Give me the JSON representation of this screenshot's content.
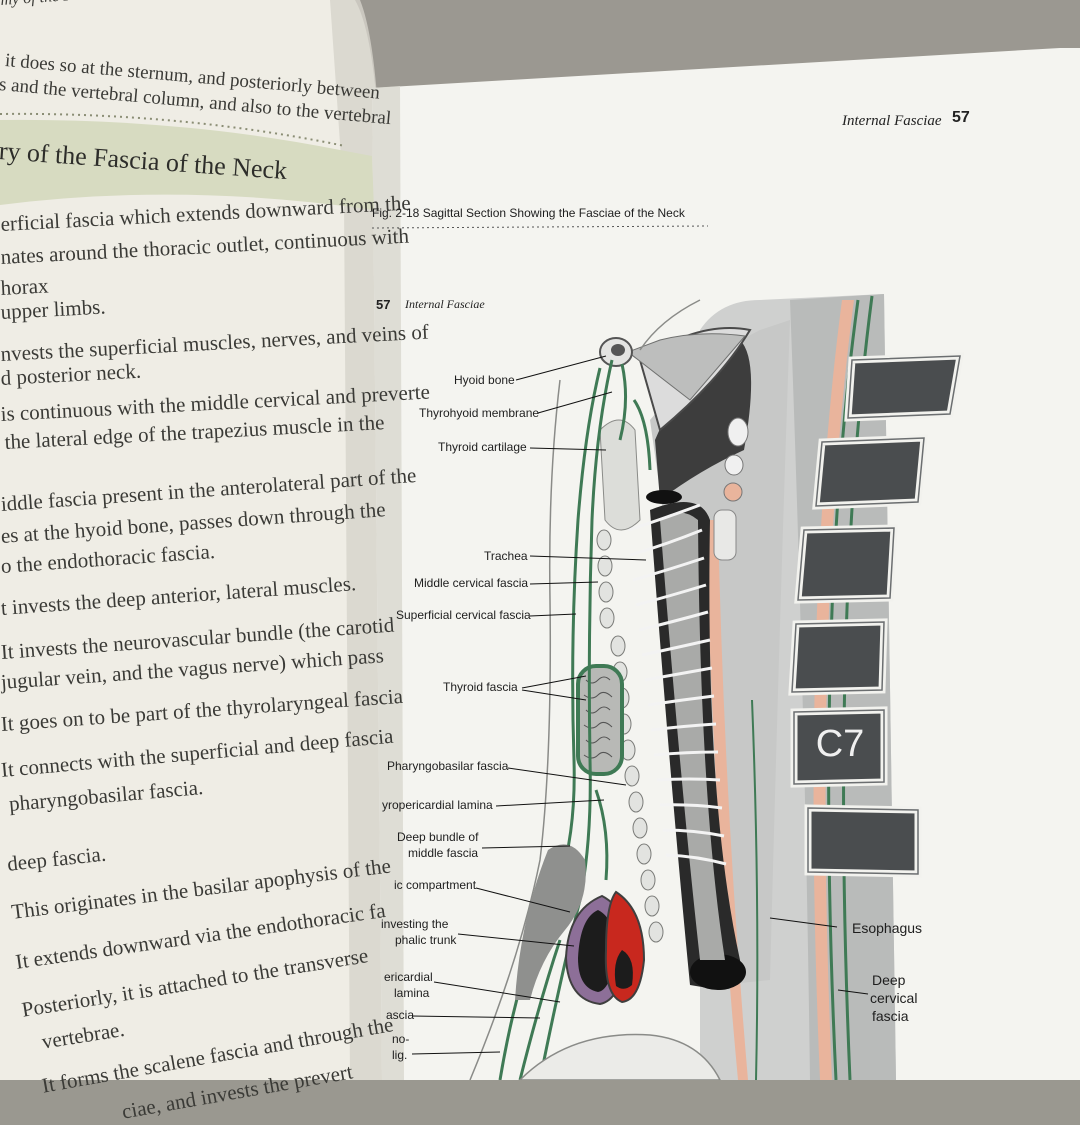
{
  "left_page": {
    "running_head": "my of the Fascia",
    "top_lines": [
      "it does so at the sternum, and posteriorly between",
      "s and the vertebral column, and also to the vertebral"
    ],
    "section_title": "ry of the Fascia of the Neck",
    "body_lines": [
      "erficial fascia which extends downward from the",
      "nates around the thoracic outlet, continuous with",
      "horax",
      "upper limbs.",
      "nvests the superficial muscles, nerves, and veins of",
      "d posterior neck.",
      "is continuous with the middle cervical and preverte",
      "the lateral edge of the trapezius muscle in the",
      "iddle fascia present in the anterolateral part of the",
      "es at the hyoid bone, passes down through the",
      "o the endothoracic fascia.",
      "t invests the deep anterior, lateral muscles.",
      "It invests the neurovascular bundle (the carotid",
      "jugular vein, and the vagus nerve) which pass",
      "It goes on to be part of the thyrolaryngeal fascia",
      "It connects with the superficial and deep fascia",
      "pharyngobasilar fascia.",
      "deep fascia.",
      "This originates in the basilar apophysis of the",
      "It extends downward via the endothoracic fa",
      "Posteriorly, it is attached to the transverse",
      "vertebrae.",
      "It forms the scalene fascia and through the",
      "ciae, and invests the prevert"
    ]
  },
  "right_page": {
    "running_head": "Internal Fasciae",
    "page_number": "57",
    "figure_caption": "Fig. 2-18  Sagittal Section Showing the Fasciae of the Neck",
    "bleed_page_number": "57",
    "bleed_running_head": "Internal Fasciae",
    "vertebra_label": "C7",
    "labels": [
      "Hyoid bone",
      "Thyrohyoid membrane",
      "Thyroid cartilage",
      "Trachea",
      "Middle cervical fascia",
      "Superficial cervical fascia",
      "Thyroid fascia",
      "Pharyngobasilar fascia",
      "yropericardial lamina",
      "Deep bundle of",
      "middle fascia",
      "ic compartment",
      "investing the",
      "phalic trunk",
      "ericardial",
      "lamina",
      "ascia",
      "no-",
      "lig.",
      "Esophagus",
      "Deep",
      "cervical",
      "fascia"
    ]
  },
  "colors": {
    "page_paper": "#f6f6f2",
    "left_page_paper": "#efede6",
    "title_band": "#d9dcc4",
    "fascia_green": "#3f7a55",
    "esophagus_salmon": "#e9b49c",
    "vertebra_dark": "#4a4d4f",
    "vessel_red": "#c8281e",
    "vessel_purple": "#8d6f98"
  }
}
